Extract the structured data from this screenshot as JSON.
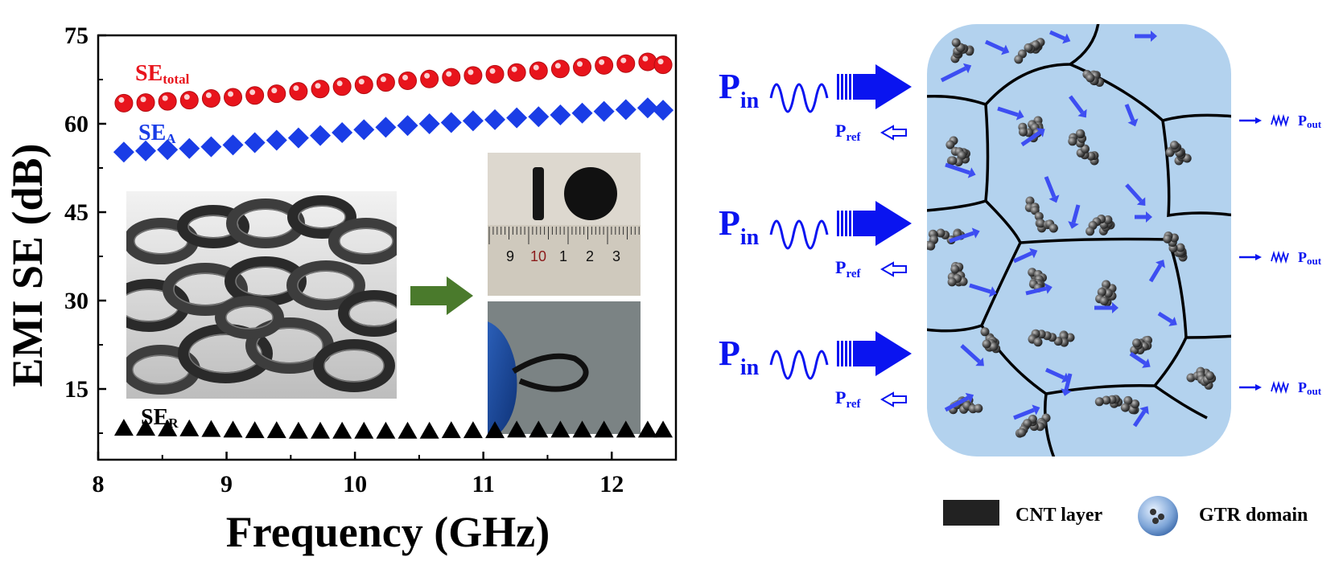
{
  "chart_data": {
    "type": "scatter",
    "xlabel": "Frequency (GHz)",
    "ylabel": "EMI SE (dB)",
    "xlim": [
      8,
      12.5
    ],
    "ylim": [
      3,
      75
    ],
    "x_ticks": [
      "8",
      "9",
      "10",
      "11",
      "12"
    ],
    "y_ticks": [
      "15",
      "30",
      "45",
      "60",
      "75"
    ],
    "x": [
      8.2,
      8.37,
      8.54,
      8.71,
      8.88,
      9.05,
      9.22,
      9.39,
      9.56,
      9.73,
      9.9,
      10.07,
      10.24,
      10.41,
      10.58,
      10.75,
      10.92,
      11.09,
      11.26,
      11.43,
      11.6,
      11.77,
      11.94,
      12.11,
      12.28,
      12.4
    ],
    "series": [
      {
        "name_main": "SE",
        "name_sub": "total",
        "color": "#e8141c",
        "marker": "circle",
        "values": [
          63.5,
          63.6,
          63.8,
          64.0,
          64.3,
          64.5,
          64.8,
          65.1,
          65.5,
          65.9,
          66.3,
          66.6,
          67.0,
          67.3,
          67.6,
          67.9,
          68.2,
          68.4,
          68.7,
          69.0,
          69.3,
          69.6,
          69.9,
          70.2,
          70.5,
          70.0
        ]
      },
      {
        "name_main": "SE",
        "name_sub": "A",
        "color": "#1a3de6",
        "marker": "diamond",
        "values": [
          55.2,
          55.4,
          55.6,
          55.8,
          56.1,
          56.4,
          56.8,
          57.2,
          57.6,
          58.0,
          58.5,
          59.0,
          59.4,
          59.7,
          60.0,
          60.2,
          60.5,
          60.7,
          61.0,
          61.2,
          61.5,
          61.8,
          62.1,
          62.4,
          62.7,
          62.3
        ]
      },
      {
        "name_main": "SE",
        "name_sub": "R",
        "color": "#000000",
        "marker": "triangle",
        "values": [
          8.3,
          8.3,
          8.2,
          8.2,
          8.1,
          8.0,
          7.9,
          7.9,
          7.8,
          7.8,
          7.8,
          7.8,
          7.8,
          7.8,
          7.8,
          7.9,
          7.9,
          7.9,
          8.0,
          8.0,
          8.0,
          8.0,
          8.0,
          8.0,
          8.0,
          8.0
        ]
      }
    ],
    "grid": false
  },
  "inset": {
    "ruler_numbers": [
      "9",
      "10",
      "1",
      "2",
      "3"
    ]
  },
  "diagram": {
    "rows": [
      {
        "in_main": "P",
        "in_sub": "in",
        "ref_main": "P",
        "ref_sub": "ref",
        "out_main": "P",
        "out_sub": "out"
      },
      {
        "in_main": "P",
        "in_sub": "in",
        "ref_main": "P",
        "ref_sub": "ref",
        "out_main": "P",
        "out_sub": "out"
      },
      {
        "in_main": "P",
        "in_sub": "in",
        "ref_main": "P",
        "ref_sub": "ref",
        "out_main": "P",
        "out_sub": "out"
      }
    ],
    "legend": {
      "cnt_label": "CNT layer",
      "gtr_label": "GTR domain"
    },
    "colors": {
      "arrow": "#0a14f0",
      "domain": "#b3d2ee",
      "boundary": "#000000",
      "particle": "#4a4a4a"
    }
  }
}
